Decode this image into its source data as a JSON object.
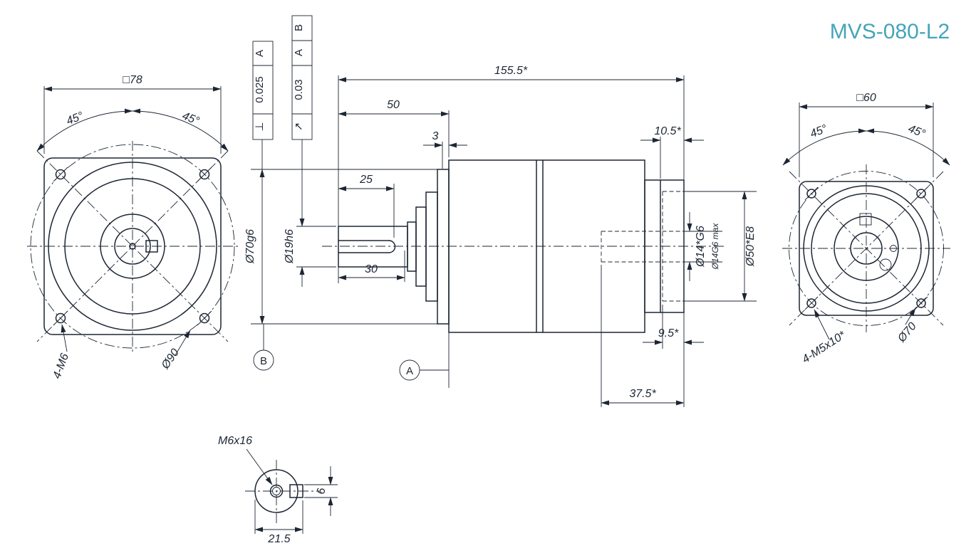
{
  "title": "MVS-080-L2",
  "front": {
    "size": "□78",
    "angle_left": "45°",
    "angle_right": "45°",
    "holes": "4-M6",
    "bolt_circle": "Ø90"
  },
  "side": {
    "total_length": "155.5*",
    "shaft_length": "50",
    "step": "3",
    "key_length": "25",
    "key_full": "30",
    "pilot_dia": "Ø70g6",
    "shaft_dia": "Ø19h6",
    "bore_dia": "Ø14*G6",
    "bore_max": "Ø14G6 max",
    "recess_dia": "Ø50*E8",
    "rear_thickness": "10.5*",
    "recess_depth": "9.5*",
    "rear_length": "37.5*",
    "datum_a": "A",
    "datum_b": "B",
    "fcf1": {
      "sym": "⊥",
      "tol": "0.025",
      "ref": "A"
    },
    "fcf2": {
      "sym": "↗",
      "tol": "0.03",
      "ref1": "A",
      "ref2": "B"
    }
  },
  "rear": {
    "size": "□60",
    "angle_left": "45°",
    "angle_right": "45°",
    "holes": "4-M5x10*",
    "pilot": "Ø70"
  },
  "detail": {
    "thread": "M6x16",
    "width": "21.5",
    "height": "6"
  }
}
